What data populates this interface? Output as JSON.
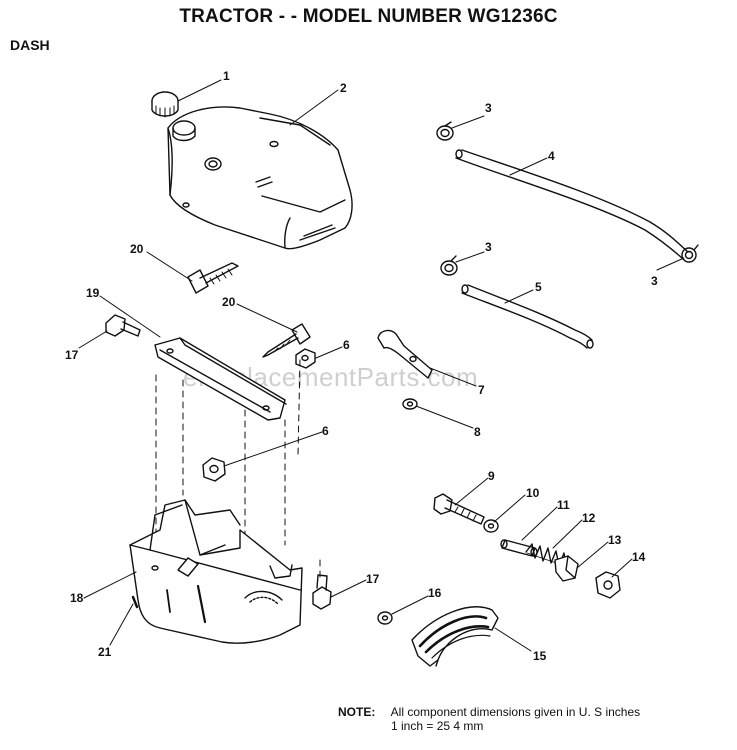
{
  "header": {
    "title": "TRACTOR - - MODEL NUMBER WG1236C",
    "section": "DASH"
  },
  "watermark": "eReplacementParts.com",
  "note": {
    "label": "NOTE:",
    "line1": "All component dimensions given in U. S  inches",
    "line2": "1 inch = 25 4 mm"
  },
  "callouts": [
    "1",
    "2",
    "3",
    "3",
    "3",
    "4",
    "5",
    "6",
    "6",
    "7",
    "8",
    "9",
    "10",
    "11",
    "12",
    "13",
    "14",
    "15",
    "16",
    "17",
    "17",
    "18",
    "19",
    "20",
    "20",
    "21"
  ]
}
